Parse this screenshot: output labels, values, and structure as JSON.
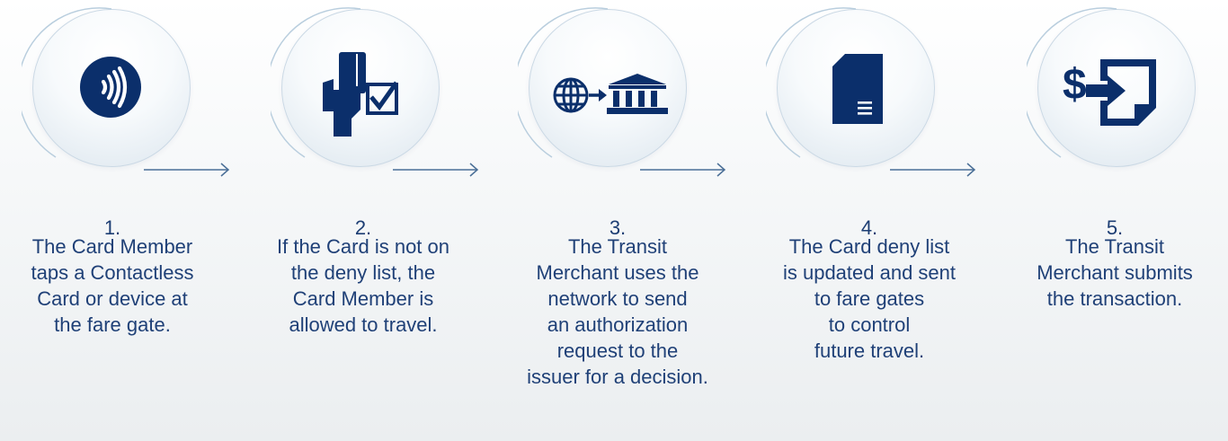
{
  "colors": {
    "icon": "#0b2f6b",
    "text": "#1f4077",
    "ring": "#b9cede",
    "arrow": "#4a6f97"
  },
  "steps": [
    {
      "number": "1.",
      "text": "The Card Member\ntaps a Contactless\nCard or device at\nthe fare gate.",
      "icon": "contactless-icon"
    },
    {
      "number": "2.",
      "text": "If the Card is not on\nthe deny list, the\nCard Member is\nallowed to travel.",
      "icon": "card-check-icon"
    },
    {
      "number": "3.",
      "text": "The Transit\nMerchant uses the\nnetwork to send\nan authorization\nrequest to the\nissuer for a decision.",
      "icon": "globe-bank-icon"
    },
    {
      "number": "4.",
      "text": "The Card deny list\nis updated and sent\nto fare gates\nto control\nfuture travel.",
      "icon": "document-icon"
    },
    {
      "number": "5.",
      "text": "The Transit\nMerchant submits\nthe transaction.",
      "icon": "dollar-submit-icon"
    }
  ]
}
